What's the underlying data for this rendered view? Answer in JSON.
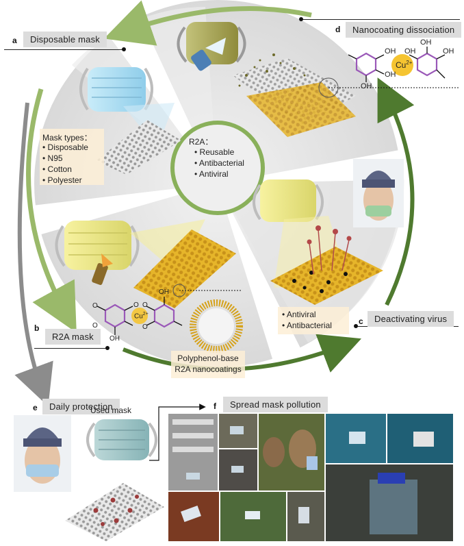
{
  "panels": {
    "a": {
      "letter": "a",
      "title": "Disposable mask",
      "mask_types_heading": "Mask types：",
      "mask_types": [
        "Disposable",
        "N95",
        "Cotton",
        "Polyester"
      ]
    },
    "b": {
      "letter": "b",
      "title": "R2A mask"
    },
    "c": {
      "letter": "c",
      "title": "Deactivating virus",
      "props": [
        "Antiviral",
        "Antibacterial"
      ]
    },
    "d": {
      "letter": "d",
      "title": "Nanocoating dissociation",
      "ion": "Cu",
      "ion_charge": "2+"
    },
    "e": {
      "letter": "e",
      "title": "Daily protection",
      "used_mask": "Used mask"
    },
    "f": {
      "letter": "f",
      "title": "Spread mask pollution"
    }
  },
  "center": {
    "heading": "R2A：",
    "items": [
      "Reusable",
      "Antibacterial",
      "Antiviral"
    ]
  },
  "nanocoating_label": [
    "Polyphenol-base",
    "R2A nanocoatings"
  ],
  "chem": {
    "oh": "OH",
    "o": "O",
    "cu": "Cu",
    "cu_charge": "2+"
  },
  "colors": {
    "arrow_green": "#9ab96a",
    "arrow_dark_green": "#4f7a2f",
    "gray_arrow": "#8c8c8c",
    "mask_blue": "#a9d8ef",
    "mask_yellow": "#e0e07a",
    "fabric_gold": "#d6a21a",
    "purple_ring": "#9a58b8",
    "cu_yellow": "#f5c431",
    "tag_gray": "#dcdcdc"
  }
}
